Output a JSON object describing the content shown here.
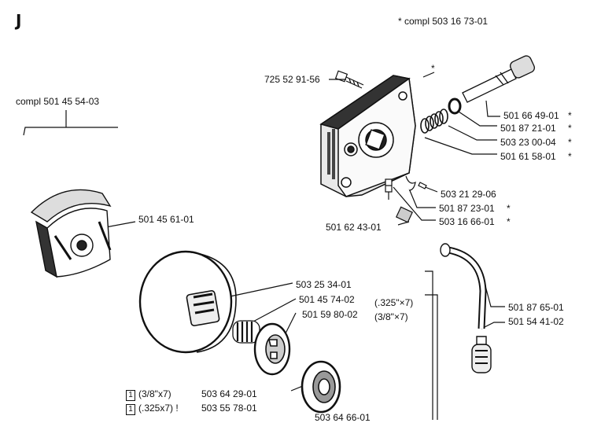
{
  "page_letter": "J",
  "assembly_note": "* compl 503 16 73-01",
  "clutch_assembly_label": "compl 501 45 54-03",
  "parts": {
    "bolt": "725 52 91-56",
    "star_marker": "*",
    "pump_shaft": "501 66 49-01",
    "washer": "501 87 21-01",
    "spring": "503 23 00-04",
    "worm": "501 61 58-01",
    "screw": "503 21 29-06",
    "clip": "501 87 23-01",
    "nut": "503 16 66-01",
    "plug": "501 62 43-01",
    "clutch_shoe": "501 45 61-01",
    "drum": "503 25 34-01",
    "bearing": "501 45 74-02",
    "sprocket_a": "501 59 80-02",
    "hose": "501 87 65-01",
    "filter": "501 54 41-02",
    "rim_a": "503 64 29-01",
    "rim_b": "503 55 78-01",
    "rim_c": "503 64 66-01"
  },
  "markers": [
    "*",
    "*",
    "*",
    "*",
    "*",
    "*"
  ],
  "pitch_a": "(.325\"×7)",
  "pitch_b": "(3/8\"×7)",
  "legend": {
    "box_glyph": "1",
    "row1_spec": "(3/8\"x7)",
    "row2_spec": "(.325x7)",
    "row2_tail": "!"
  }
}
